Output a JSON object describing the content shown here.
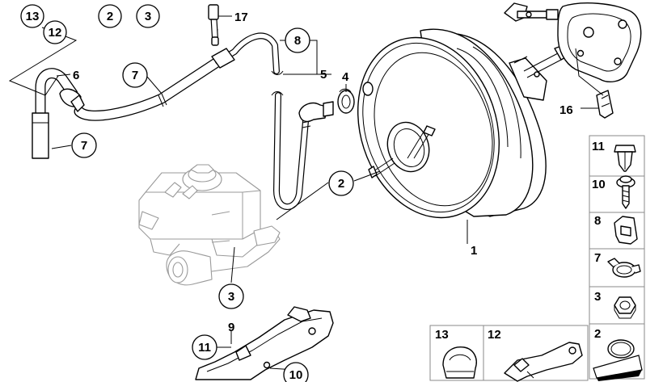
{
  "callouts": {
    "c13_top": "13",
    "c12_top": "12",
    "c2_top": "2",
    "c3_top": "3",
    "c17": "17",
    "c8": "8",
    "c6": "6",
    "c7_mid": "7",
    "c5": "5",
    "c4": "4",
    "c7_low": "7",
    "c16": "16",
    "c2_mid": "2",
    "c1": "1",
    "c3_low": "3",
    "c9": "9",
    "c11_low": "11",
    "c10_low": "10"
  },
  "legend": {
    "side_items": [
      {
        "label": "11",
        "icon": "expanding-rivet-icon"
      },
      {
        "label": "10",
        "icon": "screw-icon"
      },
      {
        "label": "8",
        "icon": "rubber-grommet-icon"
      },
      {
        "label": "7",
        "icon": "hose-clamp-icon"
      },
      {
        "label": "3",
        "icon": "hex-nut-icon"
      },
      {
        "label": "2",
        "icon": "o-ring-icon"
      }
    ],
    "bottom_items": [
      {
        "label": "13",
        "icon": "clip-clamp-icon"
      },
      {
        "label": "12",
        "icon": "holder-bracket-icon"
      }
    ],
    "border_color": "#8a8a8a"
  }
}
